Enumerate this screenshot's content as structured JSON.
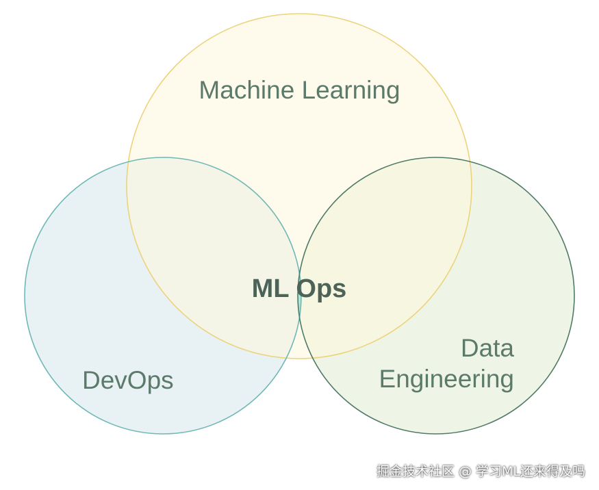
{
  "diagram": {
    "labels": {
      "machine_learning": "Machine Learning",
      "devops": "DevOps",
      "data_engineering_line1": "Data",
      "data_engineering_line2": "Engineering",
      "ml_ops": "ML Ops"
    },
    "colors": {
      "ml_fill": "#fdf6dc",
      "ml_stroke": "#ecd37c",
      "devops_fill": "#e6eff3",
      "devops_stroke": "#6fb8b6",
      "de_fill": "#eaf2de",
      "de_stroke": "#4f7a66",
      "center_fill": "#b0e8d8",
      "label_color": "#5c7a6a",
      "center_label_color": "#4d6358"
    }
  },
  "watermark": "掘金技术社区 @ 学习ML还来得及吗"
}
